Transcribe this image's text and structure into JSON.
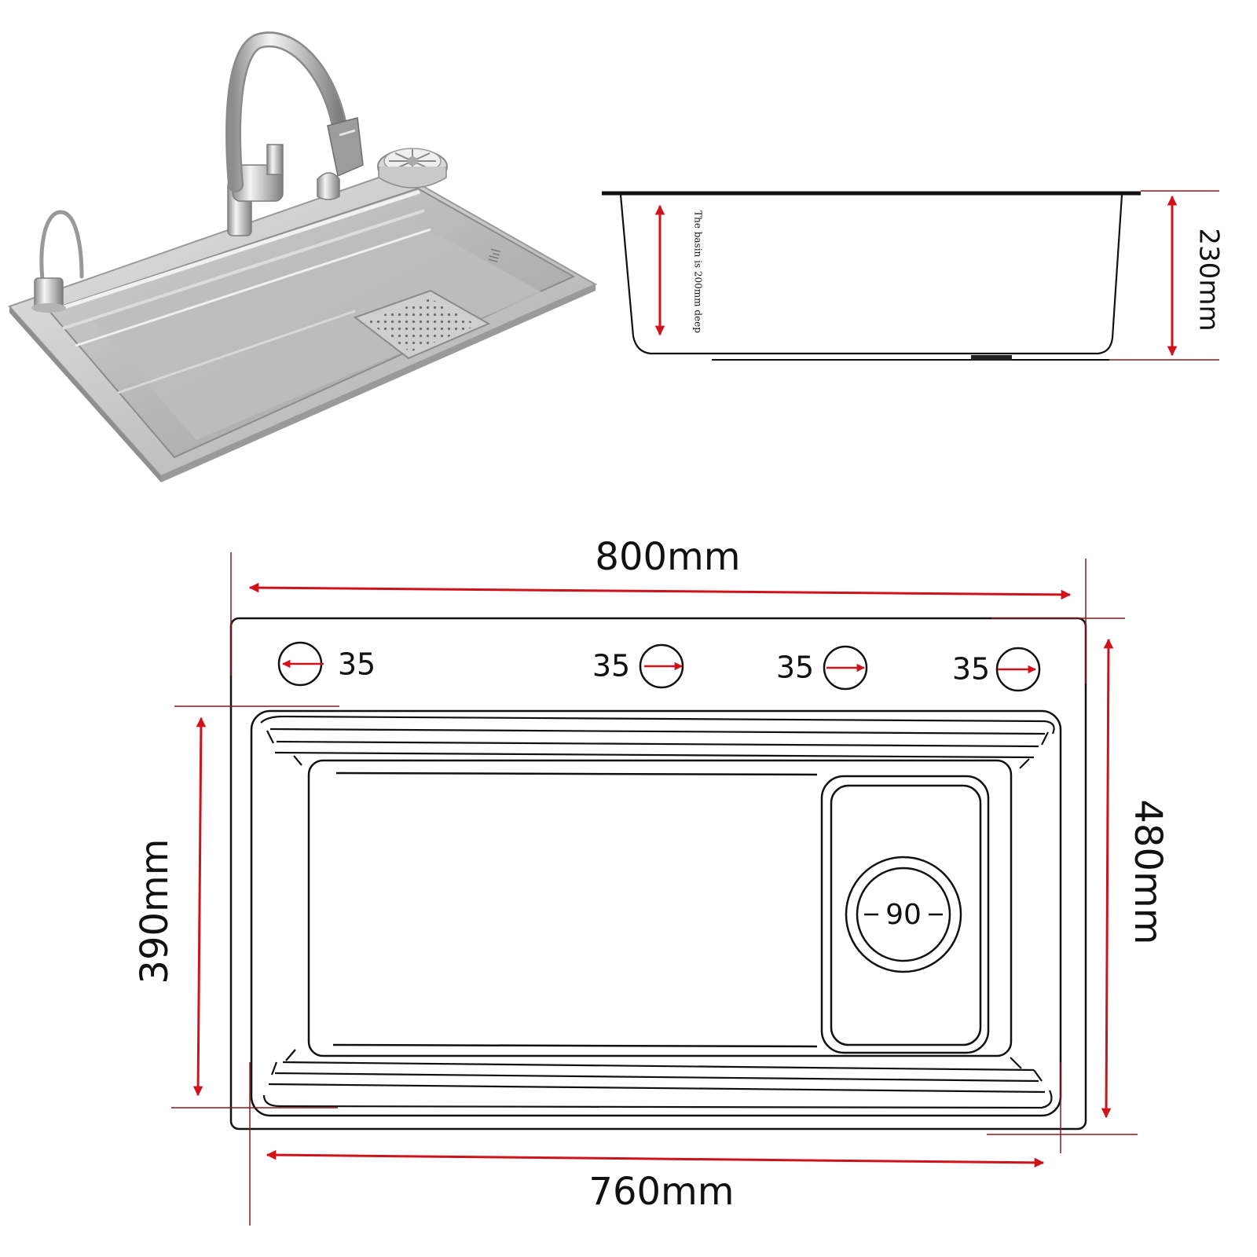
{
  "photo": {
    "subject": "stainless steel single-bowl kitchen sink with pull-out faucet, soap dispenser, cup rinser and draining basket"
  },
  "side_view": {
    "basin_depth_note": "The basin is 200mm deep",
    "total_height": "230mm"
  },
  "top_view": {
    "overall_width": "800mm",
    "overall_depth": "480mm",
    "inner_length": "760mm",
    "inner_depth": "390mm",
    "hole_labels": [
      "35",
      "35",
      "35",
      "35"
    ],
    "drain_label": "90"
  },
  "colors": {
    "dimension_arrow": "#d0121b",
    "outline": "#111111",
    "extension_line": "#8a1a1a"
  }
}
